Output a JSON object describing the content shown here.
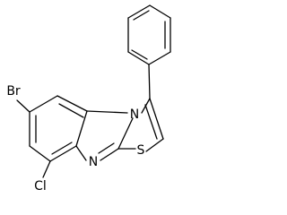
{
  "molecule": {
    "atoms": {
      "br": "Br",
      "cl": "Cl",
      "n_bridge": "N",
      "n_ring": "N",
      "s": "S"
    }
  },
  "colors": {
    "bond": "#000000",
    "label": "#000000",
    "background": "#ffffff"
  }
}
